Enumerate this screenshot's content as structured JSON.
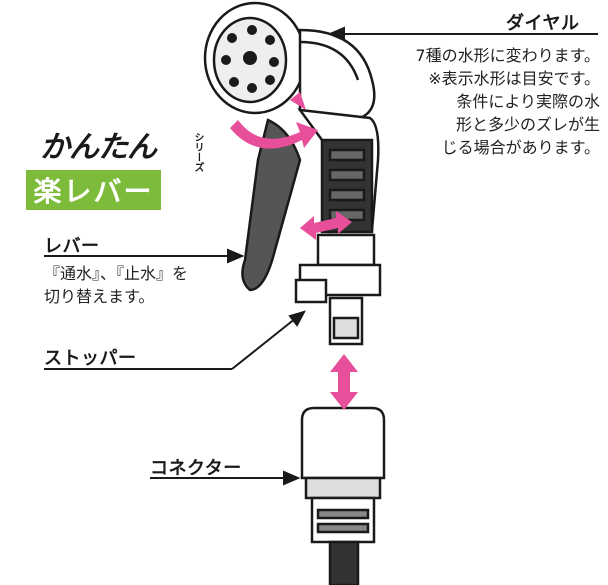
{
  "logo": {
    "script": "かんたん",
    "series": "シリーズ",
    "badge": "楽レバー"
  },
  "dial": {
    "title": "ダイヤル",
    "lines": [
      "7種の水形に変わります。",
      "※表示水形は目安です。",
      "条件により実際の水",
      "形と多少のズレが生",
      "じる場合があります。"
    ]
  },
  "lever": {
    "title": "レバー",
    "lines": [
      "『通水』、『止水』を",
      "切り替えます。"
    ]
  },
  "stopper": {
    "title": "ストッパー"
  },
  "connector": {
    "title": "コネクター"
  },
  "colors": {
    "arrow": "#e84f9b",
    "logo_green": "#7dbb3a",
    "ink": "#1a1a1a"
  }
}
